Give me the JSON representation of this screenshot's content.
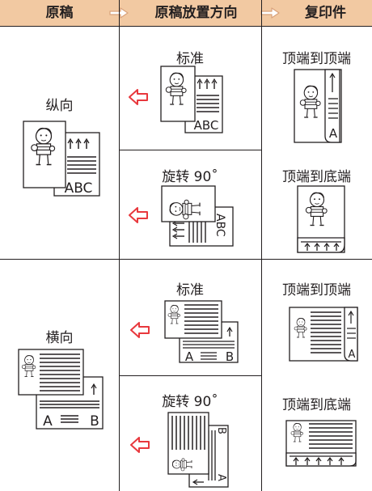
{
  "header": {
    "col1": "原稿",
    "col2": "原稿放置方向",
    "col3": "复印件"
  },
  "portrait": {
    "label": "纵向",
    "standard": {
      "label": "标准",
      "result": "顶端到顶端"
    },
    "rotate90": {
      "label": "旋转 90˚",
      "result": "顶端到底端"
    }
  },
  "landscape": {
    "label": "横向",
    "standard": {
      "label": "标准",
      "result": "顶端到顶端"
    },
    "rotate90": {
      "label": "旋转 90˚",
      "result": "顶端到底端"
    }
  },
  "page_text": {
    "abc": "ABC",
    "a": "A",
    "b": "B"
  },
  "colors": {
    "header_bg": "#f2c9a2",
    "header_arrow": "#e8b996",
    "red_arrow": "#e8383d",
    "line": "#231f20"
  }
}
